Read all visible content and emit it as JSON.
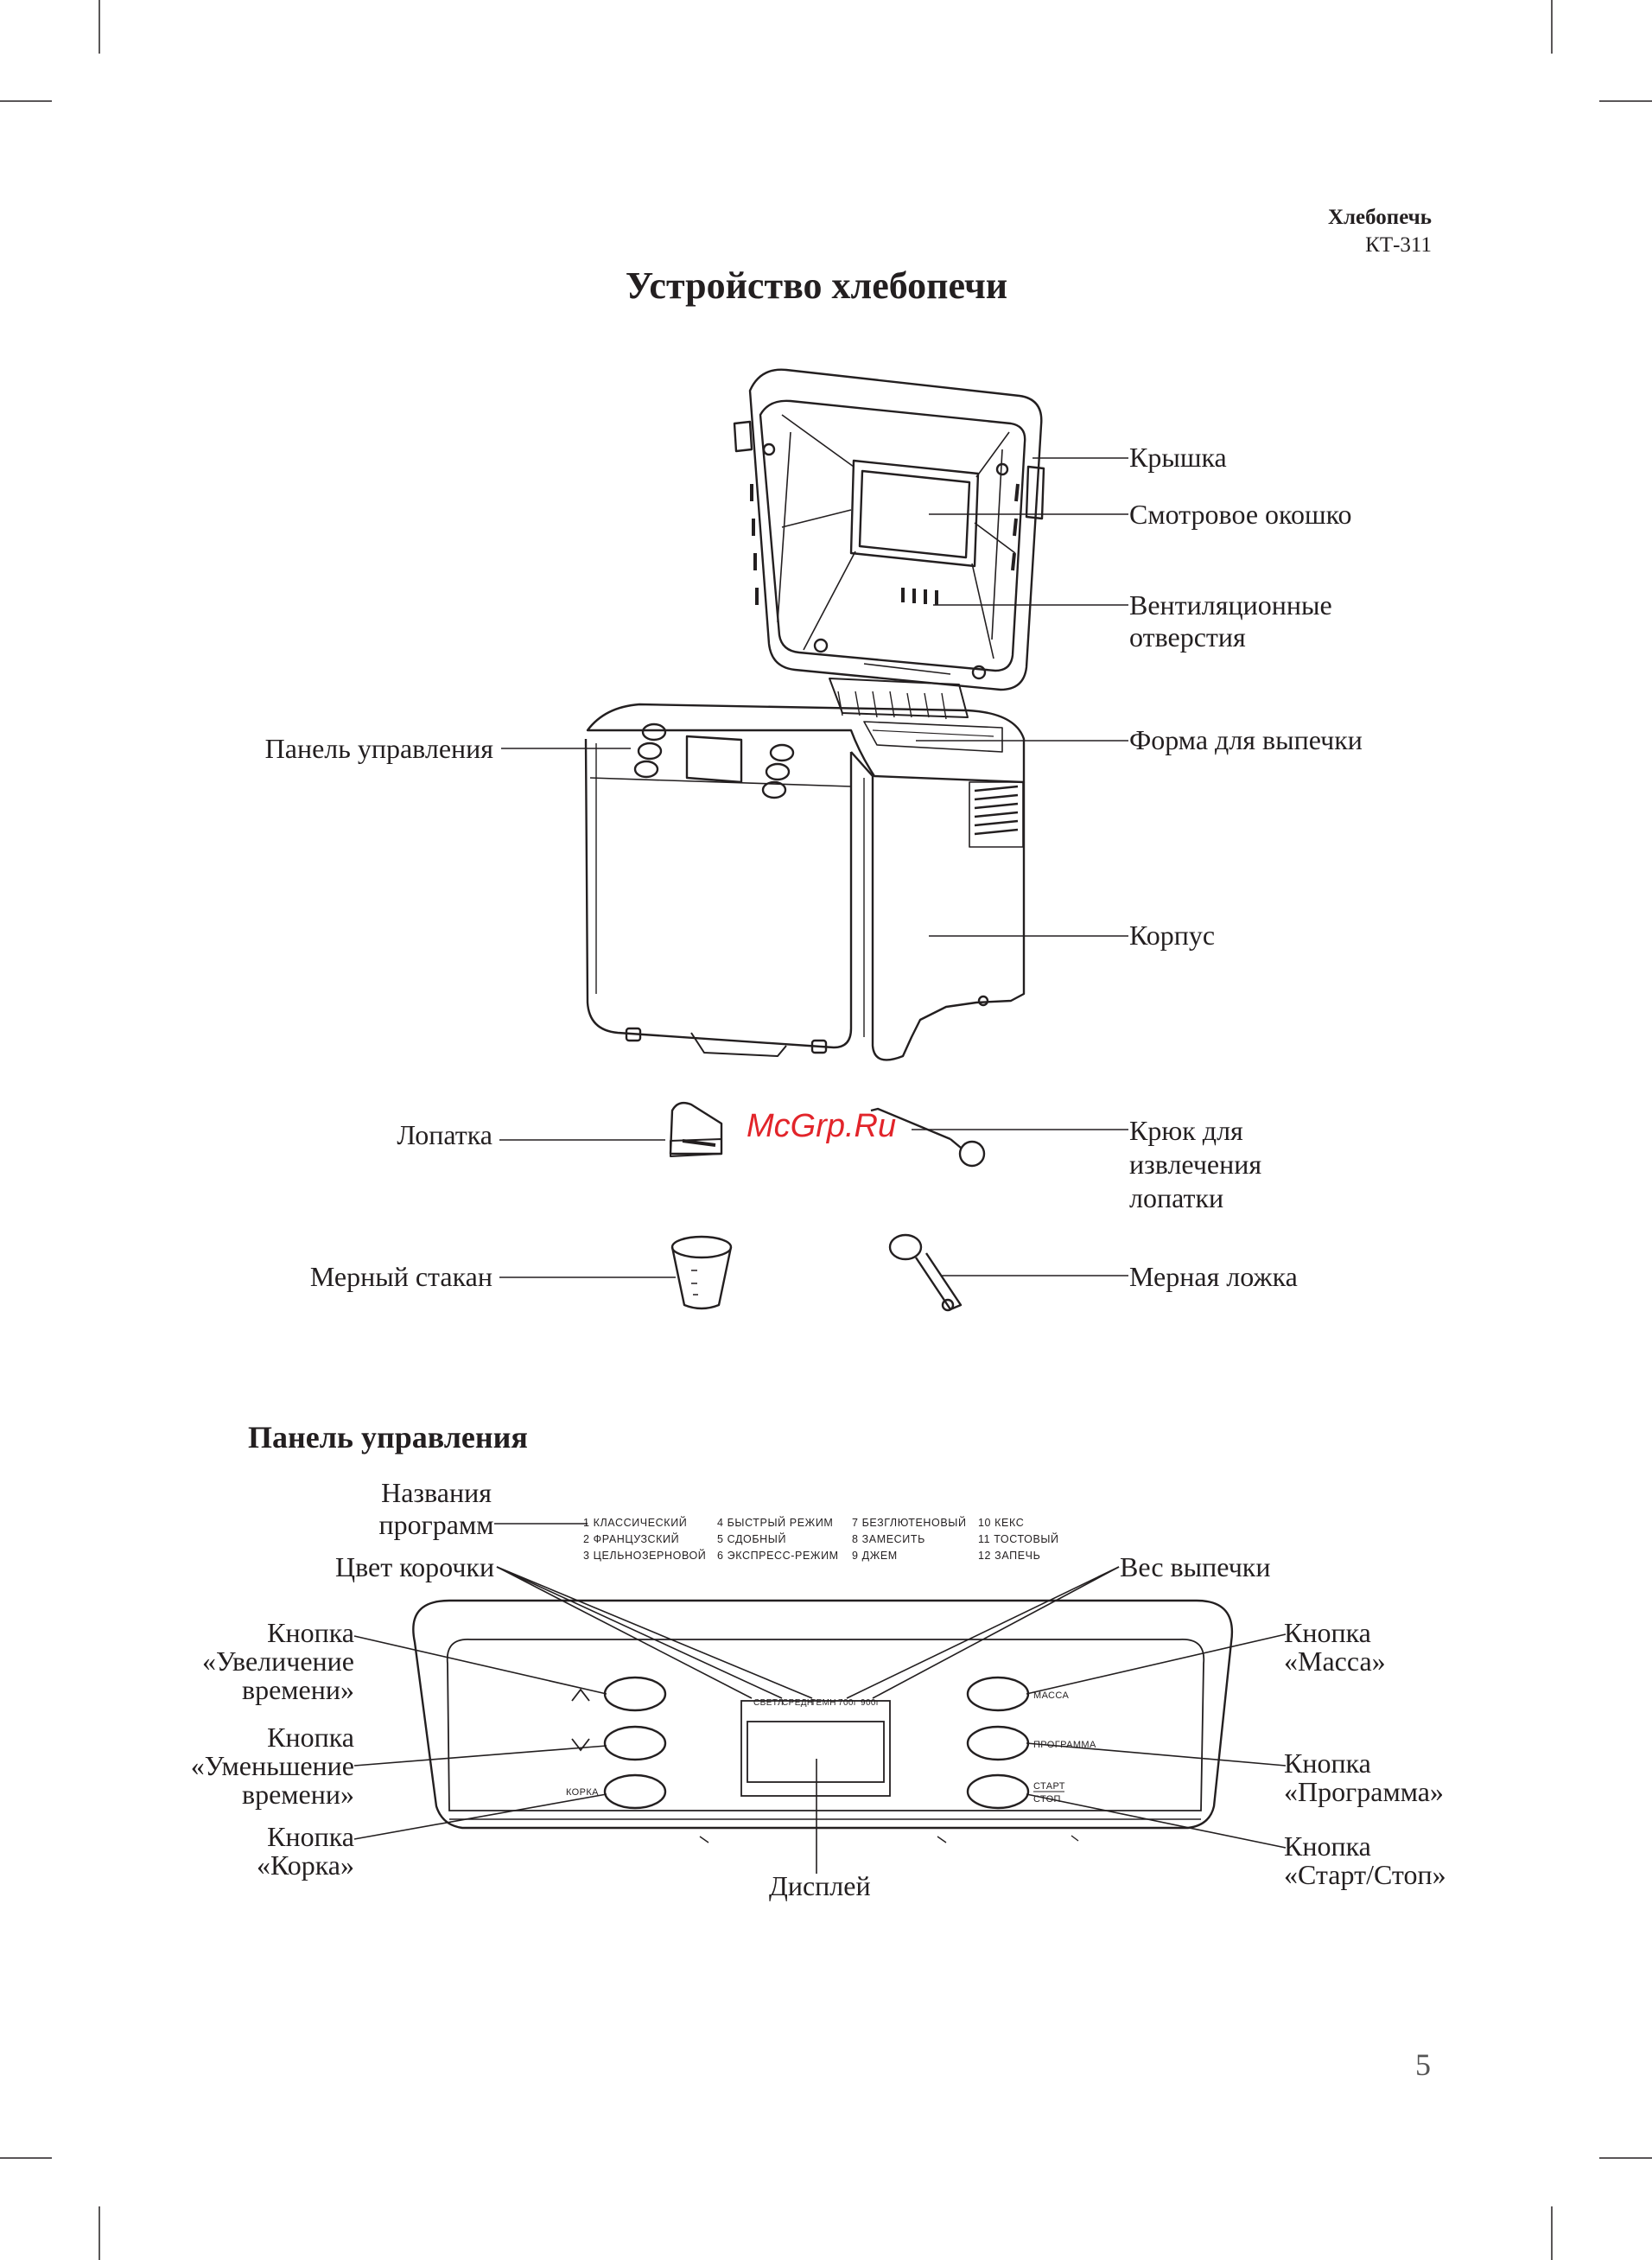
{
  "header": {
    "title": "Хлебопечь",
    "model": "КТ-311"
  },
  "section_title": "Устройство хлебопечи",
  "labels": {
    "lid": "Крышка",
    "window": "Смотровое окошко",
    "vents": [
      "Вентиляционные",
      "отверстия"
    ],
    "pan": "Форма для выпечки",
    "control_panel": "Панель управления",
    "body": "Корпус",
    "paddle": "Лопатка",
    "hook": [
      "Крюк для",
      "извлечения",
      "лопатки"
    ],
    "cup": "Мерный стакан",
    "spoon": "Мерная ложка"
  },
  "watermark": "McGrp.Ru",
  "panel_section_title": "Панель управления",
  "panel_labels": {
    "program_names": [
      "Названия",
      "программ"
    ],
    "crust_color": "Цвет корочки",
    "weight": "Вес выпечки",
    "btn_increase": [
      "Кнопка",
      "«Увеличение",
      "времени»"
    ],
    "btn_decrease": [
      "Кнопка",
      "«Уменьшение",
      "времени»"
    ],
    "btn_crust": [
      "Кнопка",
      "«Корка»"
    ],
    "btn_mass": [
      "Кнопка",
      "«Масса»"
    ],
    "btn_program": [
      "Кнопка",
      "«Программа»"
    ],
    "btn_start": [
      "Кнопка",
      "«Старт/Стоп»"
    ],
    "display": "Дисплей"
  },
  "programs": [
    [
      "1 КЛАССИЧЕСКИЙ",
      "2 ФРАНЦУЗСКИЙ",
      "3 ЦЕЛЬНОЗЕРНОВОЙ"
    ],
    [
      "4 БЫСТРЫЙ РЕЖИМ",
      "5 СДОБНЫЙ",
      "6 ЭКСПРЕСС-РЕЖИМ"
    ],
    [
      "7 БЕЗГЛЮТЕНОВЫЙ",
      "8 ЗАМЕСИТЬ",
      "9 ДЖЕМ"
    ],
    [
      "10 КЕКС",
      "11 ТОСТОВЫЙ",
      "12 ЗАПЕЧЬ"
    ]
  ],
  "panel_face": {
    "indicators": [
      "СВЕТЛ",
      "СРЕДН",
      "ТЕМН",
      "700г",
      "900г"
    ],
    "crust_button": "КОРКА",
    "mass_button": "МАССА",
    "program_button": "ПРОГРАММА",
    "start_button": [
      "СТАРТ",
      "СТОП"
    ]
  },
  "page_number": "5"
}
